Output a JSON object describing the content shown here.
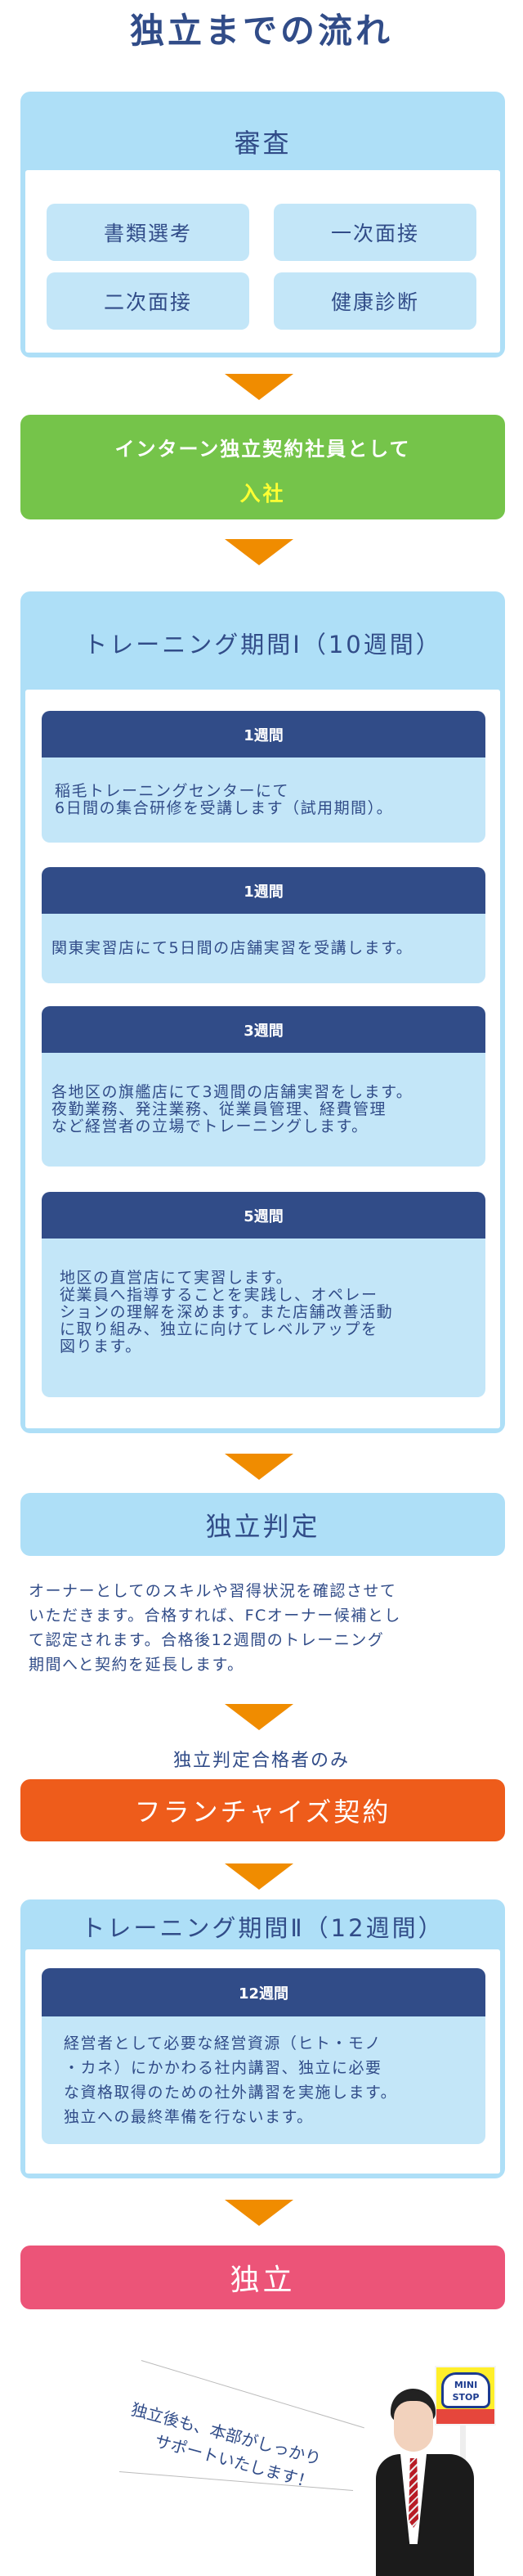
{
  "title": "独立までの流れ",
  "review": {
    "heading": "審査",
    "items": [
      "書類選考",
      "一次面接",
      "二次面接",
      "健康診断"
    ]
  },
  "entry": {
    "line1": "インターン独立契約社員として",
    "line2": "入社"
  },
  "training1": {
    "heading": "トレーニング期間Ⅰ（10週間）",
    "cards": [
      {
        "period": "1週間",
        "text": "稲毛トレーニングセンターにて\n6日間の集合研修を受講します（試用期間）。"
      },
      {
        "period": "1週間",
        "text": "関東実習店にて5日間の店舗実習を受講します。"
      },
      {
        "period": "3週間",
        "text": "各地区の旗艦店にて3週間の店舗実習をします。\n夜勤業務、発注業務、従業員管理、経費管理\nなど経営者の立場でトレーニングします。"
      },
      {
        "period": "5週間",
        "text": "地区の直営店にて実習します。\n従業員へ指導することを実践し、オペレー\nションの理解を深めます。また店舗改善活動\nに取り組み、独立に向けてレベルアップを\n図ります。"
      }
    ]
  },
  "judgement": {
    "heading": "独立判定",
    "text": "オーナーとしてのスキルや習得状況を確認させて\nいただきます。合格すれば、FCオーナー候補とし\nて認定されます。合格後12週間のトレーニング\n期間へと契約を延長します。"
  },
  "franchise": {
    "note": "独立判定合格者のみ",
    "label": "フランチャイズ契約"
  },
  "training2": {
    "heading": "トレーニング期間Ⅱ（12週間）",
    "cards": [
      {
        "period": "12週間",
        "text": "経営者として必要な経営資源（ヒト・モノ\n・カネ）にかかわる社内講習、独立に必要\nな資格取得のための社外講習を実施します。\n独立への最終準備を行ないます。"
      }
    ]
  },
  "independence": {
    "label": "独立"
  },
  "support": {
    "line1": "独立後も、本部がしっかり",
    "line2": "サポートいたします！"
  },
  "logo": {
    "line1": "MINI",
    "line2": "STOP"
  },
  "colors": {
    "navy": "#314c88",
    "lightblue": "#aedff7",
    "pill": "#c3e6f8",
    "green": "#75c44a",
    "arrow": "#f08c00",
    "orange": "#ee5c1b",
    "pink": "#ec5478",
    "yellow": "#ffff33"
  }
}
